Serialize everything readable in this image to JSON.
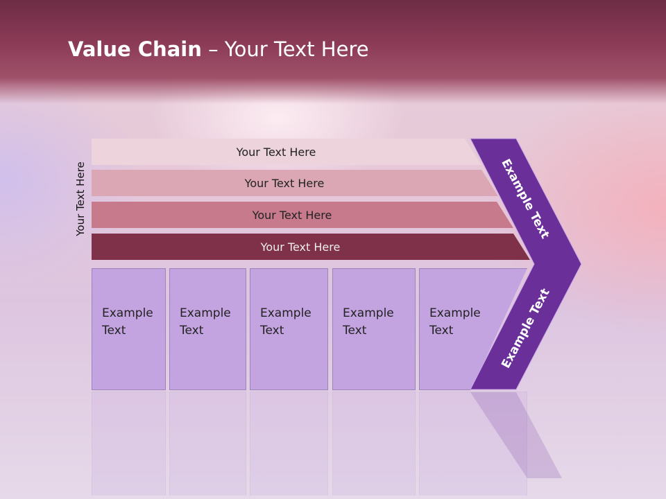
{
  "title": {
    "bold": "Value Chain",
    "rest": " – Your Text Here"
  },
  "side_label": "Your Text Here",
  "bars": [
    "Your Text Here",
    "Your Text Here",
    "Your Text Here",
    "Your Text Here"
  ],
  "boxes": [
    {
      "line1": "Example",
      "line2": "Text"
    },
    {
      "line1": "Example",
      "line2": "Text"
    },
    {
      "line1": "Example",
      "line2": "Text"
    },
    {
      "line1": "Example",
      "line2": "Text"
    },
    {
      "line1": "Example",
      "line2": "Text"
    }
  ],
  "chevron_top": "Example Text",
  "chevron_bottom": "Example Text",
  "colors": {
    "header": "#7a3350",
    "bar1": "#edd3dc",
    "bar2": "#dba7b4",
    "bar3": "#c77a8c",
    "bar4": "#7e3148",
    "box": "#c3a3e0",
    "chevron": "#6a2f99"
  }
}
